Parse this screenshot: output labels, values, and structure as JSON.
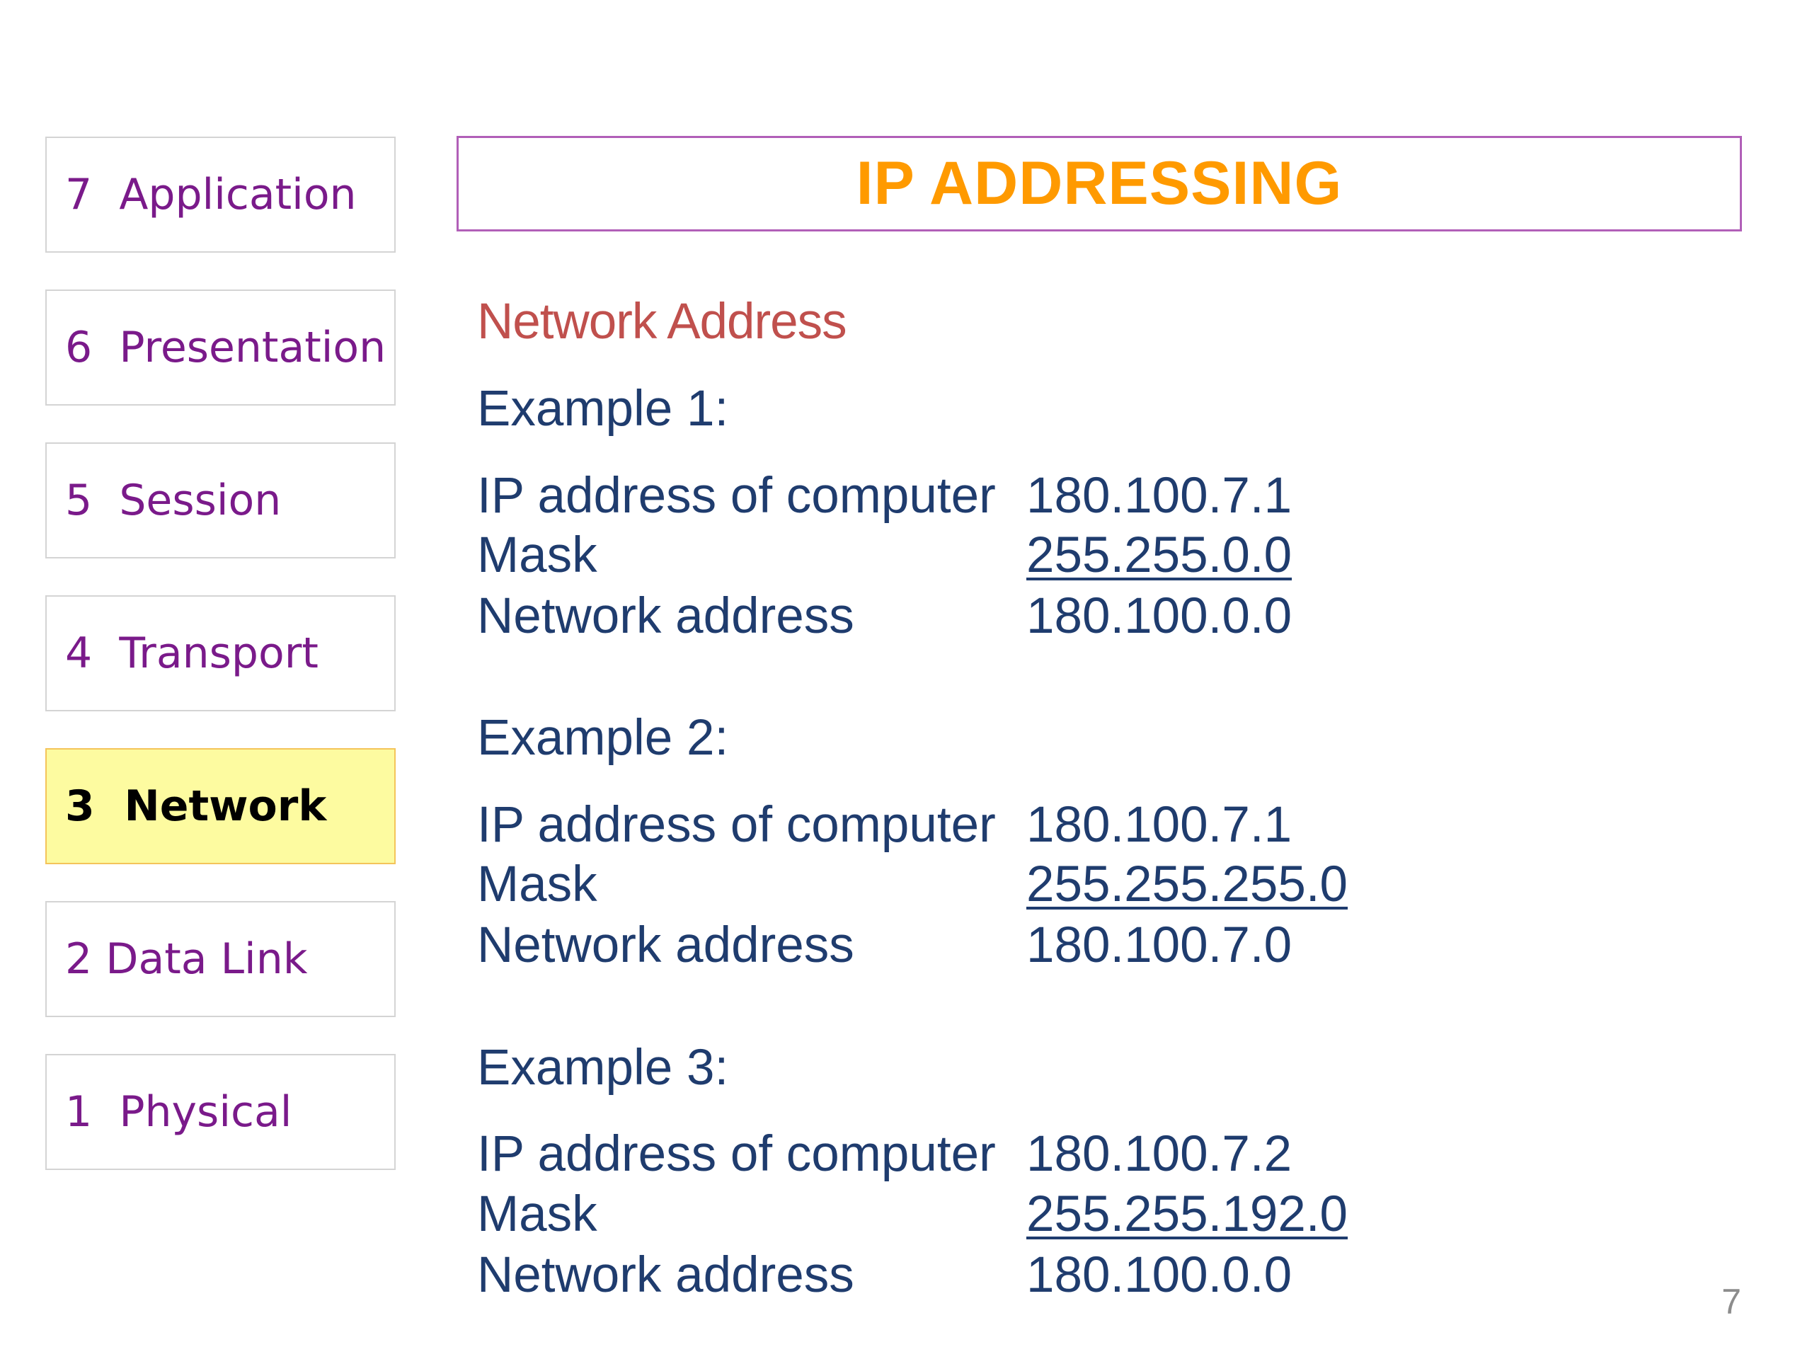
{
  "sidebar": {
    "layers": [
      {
        "num": "7",
        "label": "Application"
      },
      {
        "num": "6",
        "label": "Presentation"
      },
      {
        "num": "5",
        "label": "Session"
      },
      {
        "num": "4",
        "label": "Transport"
      },
      {
        "num": "3",
        "label": "Network"
      },
      {
        "num": "2",
        "label": "Data Link"
      },
      {
        "num": "1",
        "label": "Physical"
      }
    ],
    "active_layer": "3 Network"
  },
  "title": "IP ADDRESSING",
  "section_heading": "Network Address",
  "examples": [
    {
      "heading": "Example 1:",
      "ip_label": "IP address of computer",
      "ip_value": "180.100.7.1",
      "mask_label": "Mask",
      "mask_value": "255.255.0.0",
      "net_label": "Network address",
      "net_value": "180.100.0.0"
    },
    {
      "heading": "Example 2:",
      "ip_label": "IP address of computer",
      "ip_value": "180.100.7.1",
      "mask_label": "Mask",
      "mask_value": "255.255.255.0",
      "net_label": "Network address",
      "net_value": "180.100.7.0"
    },
    {
      "heading": "Example 3:",
      "ip_label": "IP address of computer",
      "ip_value": "180.100.7.2",
      "mask_label": "Mask",
      "mask_value": "255.255.192.0",
      "net_label": "Network address",
      "net_value": "180.100.0.0"
    }
  ],
  "page_number": "7",
  "colors": {
    "title": "#ff9a00",
    "title_border": "#b15fb8",
    "heading": "#c0504d",
    "body_text": "#1f3c6e",
    "layer_text": "#7a1a8a",
    "active_fill": "#fdfba0",
    "active_border": "#f4c45a"
  }
}
